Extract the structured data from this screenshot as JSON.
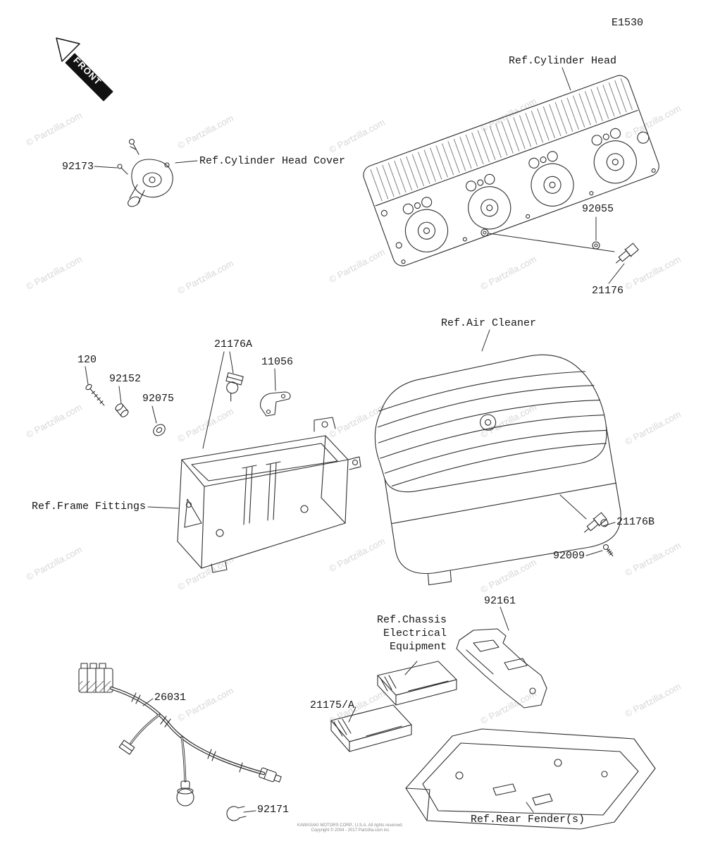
{
  "page": {
    "diagram_code": "E1530",
    "front_marker": "FRONT",
    "watermark": "© Partzilla.com",
    "footer_line1": "KAWASAKI MOTORS CORP., U.S.A. All rights reserved.",
    "footer_line2": "Copyright © 2004 - 2017 Partzilla.com inc"
  },
  "labels": {
    "ref_cylinder_head": "Ref.Cylinder Head",
    "ref_cylinder_head_cover": "Ref.Cylinder Head Cover",
    "ref_air_cleaner": "Ref.Air Cleaner",
    "ref_frame_fittings": "Ref.Frame Fittings",
    "ref_chassis_line1": "Ref.Chassis",
    "ref_chassis_line2": "Electrical",
    "ref_chassis_line3": "Equipment",
    "ref_rear_fenders": "Ref.Rear Fender(s)",
    "p92173": "92173",
    "p92055": "92055",
    "p21176": "21176",
    "p21176a": "21176A",
    "p21176b": "21176B",
    "p11056": "11056",
    "p120": "120",
    "p92152": "92152",
    "p92075": "92075",
    "p92009": "92009",
    "p92161": "92161",
    "p21175a": "21175/A",
    "p26031": "26031",
    "p92171": "92171"
  }
}
